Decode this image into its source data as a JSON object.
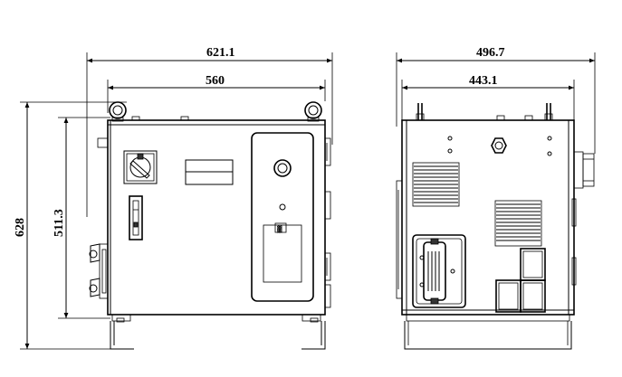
{
  "front_view": {
    "dim_overall_width": "621.1",
    "dim_inner_width": "560",
    "dim_overall_height": "628",
    "dim_body_height": "511.3"
  },
  "side_view": {
    "dim_overall_depth": "496.7",
    "dim_inner_depth": "443.1"
  }
}
